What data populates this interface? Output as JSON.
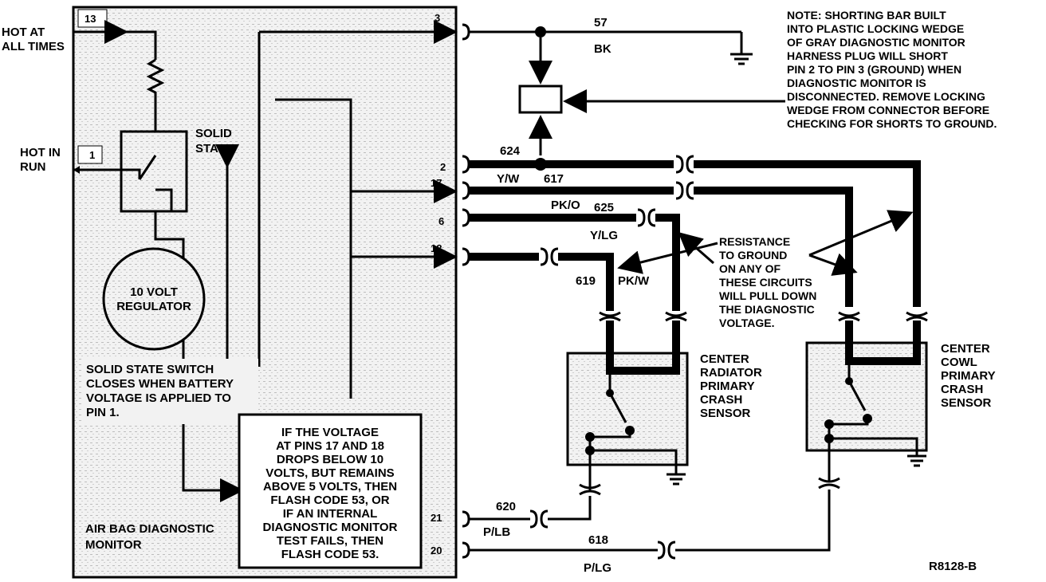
{
  "labels": {
    "hot_at_all_times": [
      "HOT AT",
      "ALL TIMES"
    ],
    "hot_in_run": [
      "HOT IN",
      "RUN"
    ],
    "solid_state": [
      "SOLID",
      "STATE"
    ],
    "regulator": [
      "10 VOLT",
      "REGULATOR"
    ],
    "switch_note": [
      "SOLID STATE SWITCH",
      "CLOSES WHEN BATTERY",
      "VOLTAGE IS APPLIED TO",
      "PIN 1."
    ],
    "voltage_note": [
      "IF THE VOLTAGE",
      "AT PINS 17 AND 18",
      "DROPS BELOW 10",
      "VOLTS, BUT REMAINS",
      "ABOVE 5 VOLTS, THEN",
      "FLASH CODE 53, OR",
      "IF AN INTERNAL",
      "DIAGNOSTIC MONITOR",
      "TEST FAILS, THEN",
      "FLASH CODE 53."
    ],
    "module": [
      "AIR BAG DIAGNOSTIC",
      "MONITOR"
    ],
    "shorting_note": [
      "NOTE: SHORTING BAR BUILT",
      "INTO PLASTIC LOCKING WEDGE",
      "OF GRAY DIAGNOSTIC MONITOR",
      "HARNESS PLUG WILL SHORT",
      "PIN 2 TO PIN 3 (GROUND) WHEN",
      "DIAGNOSTIC MONITOR IS",
      "DISCONNECTED. REMOVE LOCKING",
      "WEDGE FROM CONNECTOR BEFORE",
      "CHECKING FOR SHORTS TO GROUND."
    ],
    "resistance_note": [
      "RESISTANCE",
      "TO GROUND",
      "ON ANY OF",
      "THESE CIRCUITS",
      "WILL PULL DOWN",
      "THE DIAGNOSTIC",
      "VOLTAGE."
    ],
    "radiator_sensor": [
      "CENTER",
      "RADIATOR",
      "PRIMARY",
      "CRASH",
      "SENSOR"
    ],
    "cowl_sensor": [
      "CENTER",
      "COWL",
      "PRIMARY",
      "CRASH",
      "SENSOR"
    ],
    "figure_id": "R8128-B"
  },
  "pins": {
    "p13": "13",
    "p3": "3",
    "p1": "1",
    "p2": "2",
    "p17": "17",
    "p6": "6",
    "p18": "18",
    "p21": "21",
    "p20": "20"
  },
  "circuits": {
    "c57": "57",
    "bk": "BK",
    "c624": "624",
    "yw": "Y/W",
    "c617": "617",
    "pko": "PK/O",
    "c625": "625",
    "ylg": "Y/LG",
    "c619": "619",
    "pkw": "PK/W",
    "c620": "620",
    "plb": "P/LB",
    "c618": "618",
    "plg": "P/LG"
  }
}
